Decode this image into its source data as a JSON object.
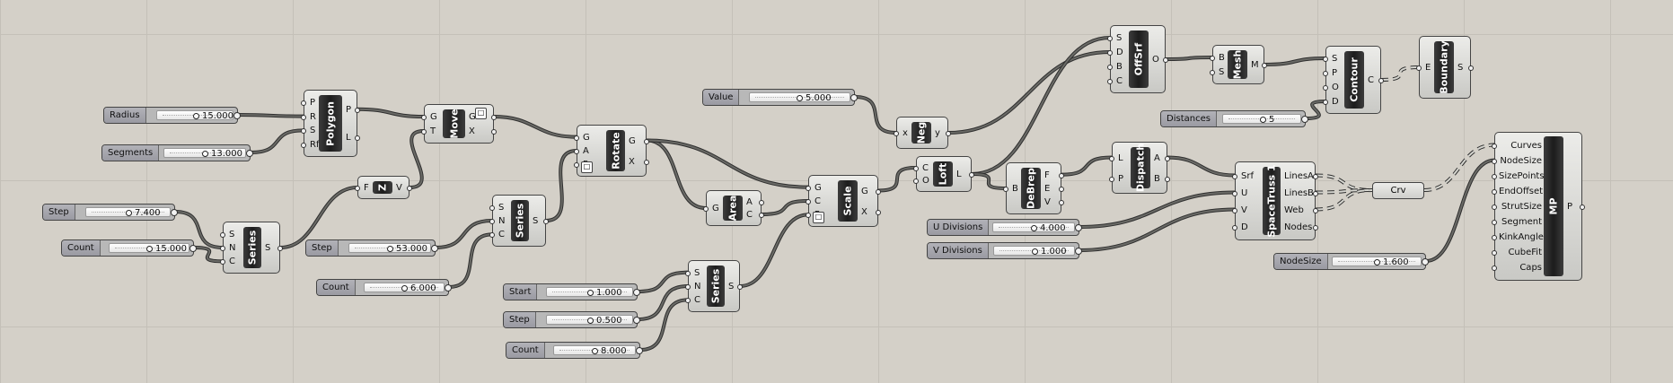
{
  "sliders": {
    "radius": {
      "label": "Radius",
      "value": "15.000"
    },
    "segments": {
      "label": "Segments",
      "value": "13.000"
    },
    "step1": {
      "label": "Step",
      "value": "7.400"
    },
    "count1": {
      "label": "Count",
      "value": "15.000"
    },
    "step2": {
      "label": "Step",
      "value": "53.000"
    },
    "count2": {
      "label": "Count",
      "value": "6.000"
    },
    "start3": {
      "label": "Start",
      "value": "1.000"
    },
    "step3": {
      "label": "Step",
      "value": "0.500"
    },
    "count3": {
      "label": "Count",
      "value": "8.000"
    },
    "value": {
      "label": "Value",
      "value": "5.000"
    },
    "distances": {
      "label": "Distances",
      "value": "5"
    },
    "udiv": {
      "label": "U Divisions",
      "value": "4.000"
    },
    "vdiv": {
      "label": "V Divisions",
      "value": "1.000"
    },
    "nodesize": {
      "label": "NodeSize",
      "value": "1.600"
    }
  },
  "components": {
    "polygon": {
      "name": "Polygon",
      "inputs": [
        "P",
        "R",
        "S",
        "Rf"
      ],
      "outputs": [
        "P",
        "L"
      ]
    },
    "move": {
      "name": "Move",
      "inputs": [
        "G",
        "T"
      ],
      "outputs": [
        "G",
        "X"
      ]
    },
    "z": {
      "name": "Z",
      "inputs": [
        "F"
      ],
      "outputs": [
        "V"
      ]
    },
    "series1": {
      "name": "Series",
      "inputs": [
        "S",
        "N",
        "C"
      ],
      "outputs": [
        "S"
      ]
    },
    "series2": {
      "name": "Series",
      "inputs": [
        "S",
        "N",
        "C"
      ],
      "outputs": [
        "S"
      ]
    },
    "series3": {
      "name": "Series",
      "inputs": [
        "S",
        "N",
        "C"
      ],
      "outputs": [
        "S"
      ]
    },
    "rotate": {
      "name": "Rotate",
      "inputs": [
        "G",
        "A",
        "P"
      ],
      "outputs": [
        "G",
        "X"
      ]
    },
    "area": {
      "name": "Area",
      "inputs": [
        "G"
      ],
      "outputs": [
        "A",
        "C"
      ]
    },
    "scale": {
      "name": "Scale",
      "inputs": [
        "G",
        "C",
        "F"
      ],
      "outputs": [
        "G",
        "X"
      ]
    },
    "neg": {
      "name": "Neg",
      "inputs": [
        "x"
      ],
      "outputs": [
        "y"
      ]
    },
    "loft": {
      "name": "Loft",
      "inputs": [
        "C",
        "O"
      ],
      "outputs": [
        "L"
      ]
    },
    "offsrf": {
      "name": "OffSrf",
      "inputs": [
        "S",
        "D",
        "B",
        "C"
      ],
      "outputs": [
        "O"
      ]
    },
    "mesh": {
      "name": "Mesh",
      "inputs": [
        "B",
        "S"
      ],
      "outputs": [
        "M"
      ]
    },
    "contour": {
      "name": "Contour",
      "inputs": [
        "S",
        "P",
        "O",
        "D"
      ],
      "outputs": [
        "C"
      ]
    },
    "boundary": {
      "name": "Boundary",
      "inputs": [
        "E"
      ],
      "outputs": [
        "S"
      ]
    },
    "debrep": {
      "name": "DeBrep",
      "inputs": [
        "B"
      ],
      "outputs": [
        "F",
        "E",
        "V"
      ]
    },
    "dispatch": {
      "name": "Dispatch",
      "inputs": [
        "L",
        "P"
      ],
      "outputs": [
        "A",
        "B"
      ]
    },
    "spacetruss": {
      "name": "SpaceTruss 1",
      "inputs": [
        "Srf",
        "U",
        "V",
        "D"
      ],
      "outputs": [
        "LinesA",
        "LinesB",
        "Web",
        "Nodes"
      ]
    },
    "mp": {
      "name": "MP",
      "inputs": [
        "Curves",
        "NodeSize",
        "SizePoints",
        "EndOffset",
        "StrutSize",
        "Segment",
        "KinkAngle",
        "CubeFit",
        "Caps"
      ],
      "outputs": [
        "P"
      ]
    }
  },
  "crv": {
    "label": "Crv"
  },
  "colors": {
    "canvas": "#d4d0c8",
    "grid": "#c4c0b8",
    "wire": "#555555",
    "core": "#262626"
  }
}
